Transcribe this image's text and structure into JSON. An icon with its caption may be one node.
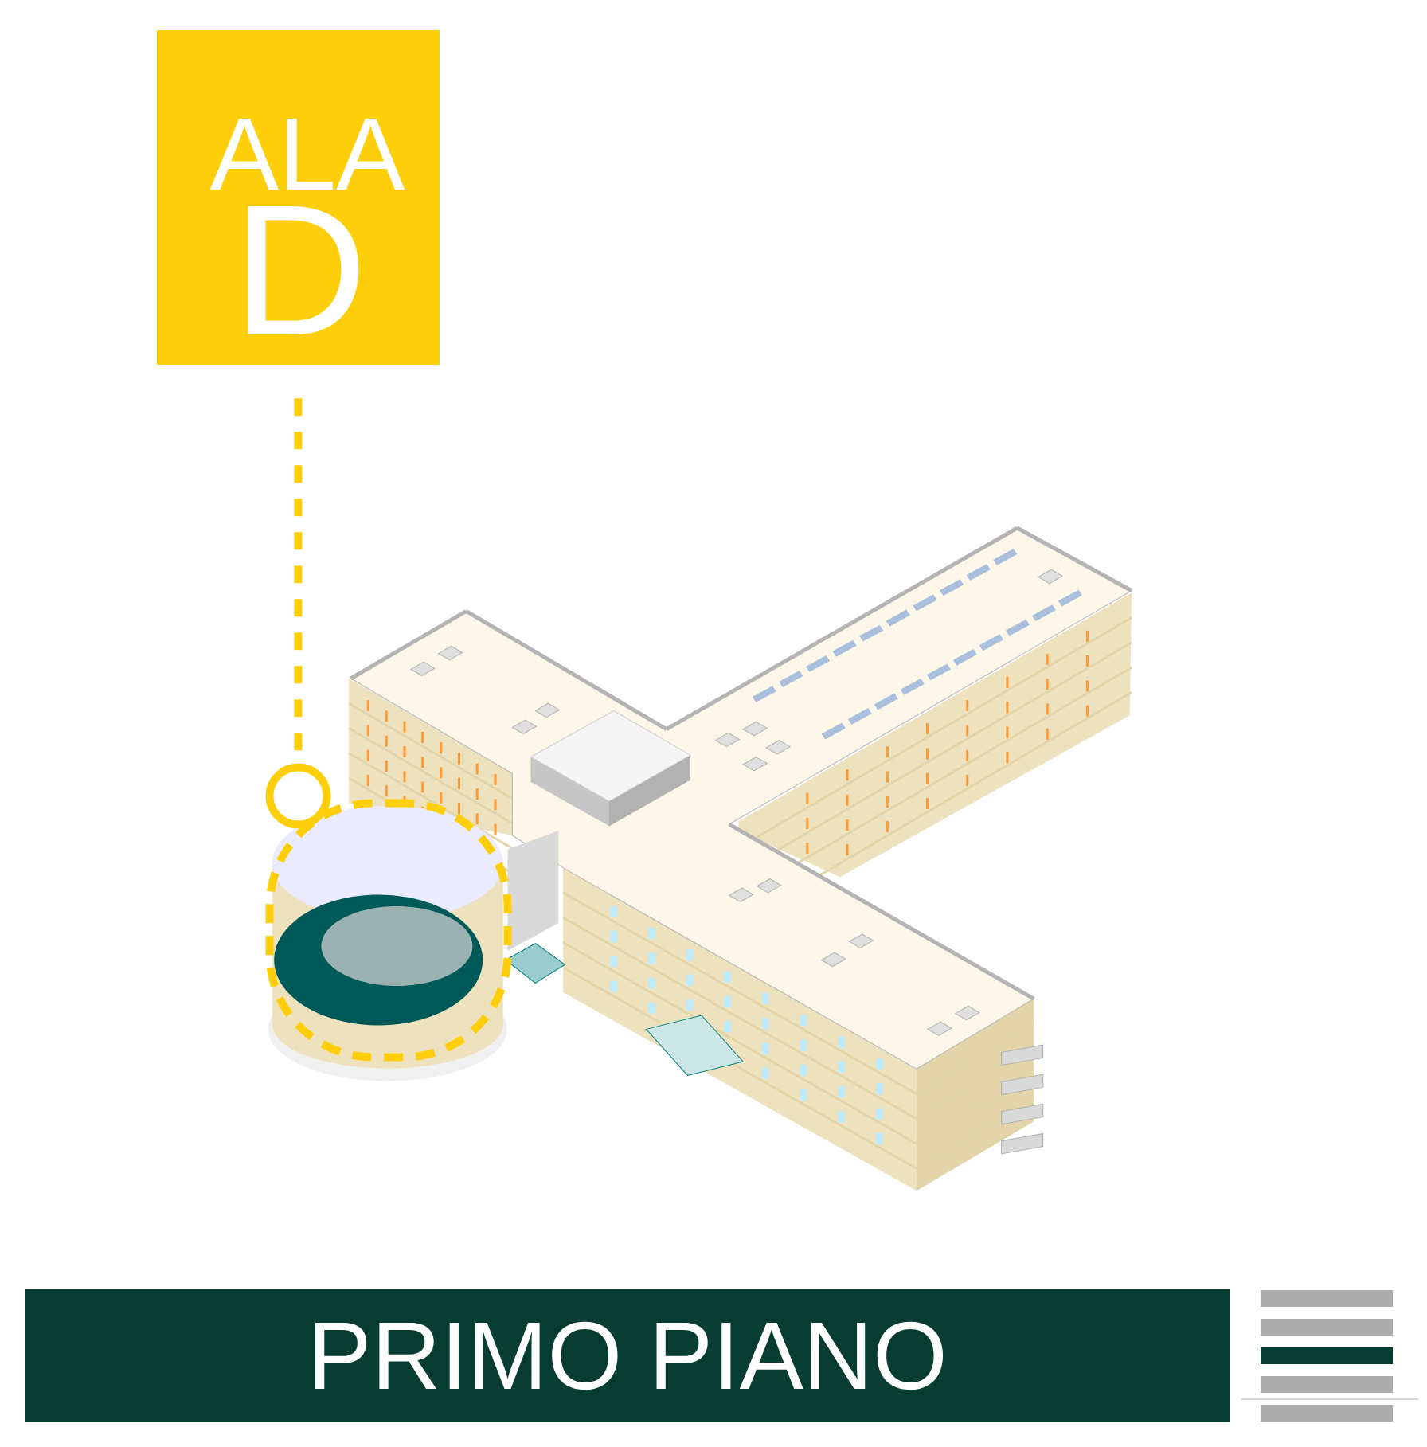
{
  "diagram": {
    "nodes": [
      {
        "text": [
          "ALA",
          "D"
        ]
      },
      {
        "text": [],
        "shape": "cylinder"
      },
      {
        "text": [
          "PRIMO PIANO"
        ]
      }
    ],
    "edges": [
      {
        "from": 0,
        "to": 1,
        "arrow": "other",
        "style": "dashed"
      }
    ]
  }
}
